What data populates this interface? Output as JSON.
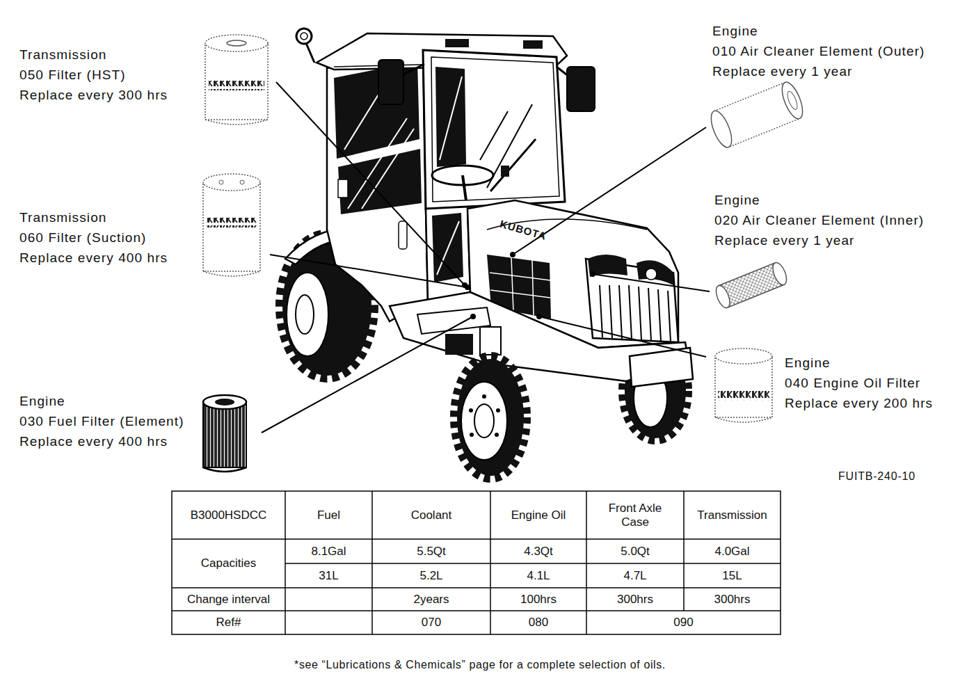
{
  "diagram": {
    "labels": [
      "Transmission",
      "050 Filter (HST)",
      "Replace every 300 hrs",
      "Transmission",
      "060 Filter (Suction)",
      "Replace every 400 hrs",
      "Engine",
      "030 Fuel Filter (Element)",
      "Replace every 400 hrs",
      "Engine",
      "010 Air Cleaner Element (Outer)",
      "Replace every 1 year",
      "Engine",
      "020 Air Cleaner Element (Inner)",
      "Replace every 1 year",
      "Engine",
      "040 Engine Oil Filter",
      "Replace every 200 hrs",
      "KUBOTA",
      "FUITB-240-10",
      "B3000HSDCC",
      "Fuel",
      "Coolant",
      "Engine Oil",
      "Front Axle Case",
      "Transmission",
      "Capacities",
      "8.1Gal",
      "5.5Qt",
      "4.3Qt",
      "5.0Qt",
      "4.0Gal",
      "31L",
      "5.2L",
      "4.1L",
      "4.7L",
      "15L",
      "Change interval",
      "2years",
      "100hrs",
      "300hrs",
      "300hrs",
      "Ref#",
      "070",
      "080",
      "090",
      "*see “Lubrications & Chemicals” page for a complete selection of oils."
    ]
  }
}
